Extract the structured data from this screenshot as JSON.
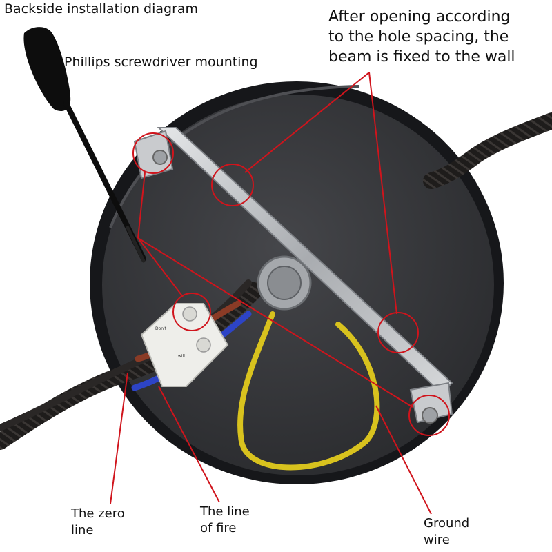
{
  "title": "Backside installation diagram",
  "labels": {
    "screwdriver": "Phillips screwdriver mounting",
    "beam_line1": "After opening according",
    "beam_line2": "to the hole spacing, the",
    "beam_line3": "beam is fixed to the wall",
    "zero_line1": "The zero",
    "zero_line2": "line",
    "fire_line1": "The line",
    "fire_line2": "of fire",
    "ground_line1": "Ground",
    "ground_line2": "wire"
  },
  "terminal_text": {
    "dont": "Don't",
    "will": "will"
  },
  "colors": {
    "annotation_red": "#d0141c",
    "plate": "#333438",
    "rim": "#111214",
    "bracket": "#c7c9cc",
    "cable": "#1e1c1b",
    "wire_brown": "#8a3b26",
    "wire_blue": "#2d44c6",
    "wire_ground": "#d8c21e",
    "terminal": "#eeeeea"
  }
}
